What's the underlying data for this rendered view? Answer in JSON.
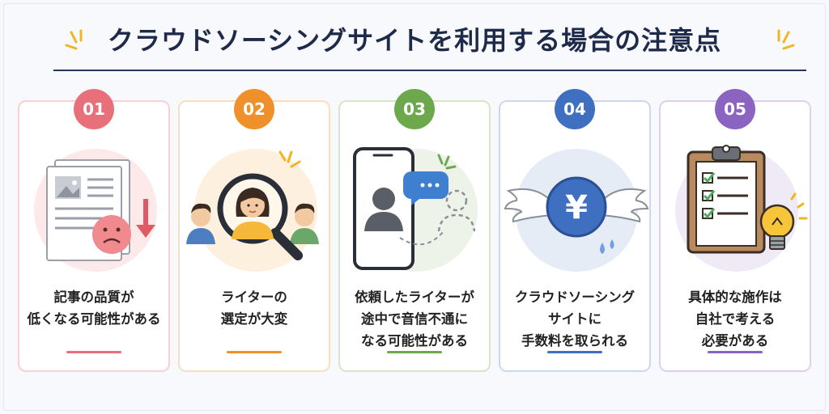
{
  "title": "クラウドソーシングサイトを利用する場合の注意点",
  "cards": [
    {
      "number": "01",
      "lines": [
        "記事の品質が",
        "低くなる可能性がある"
      ],
      "color": "#e8707a",
      "border": "#f6d2d4",
      "bg": "#fde9ea",
      "icon": "document-quality-down-icon"
    },
    {
      "number": "02",
      "lines": [
        "ライターの",
        "選定が大変"
      ],
      "color": "#f0902a",
      "border": "#f8dfbf",
      "bg": "#fdf0de",
      "icon": "magnifier-people-icon"
    },
    {
      "number": "03",
      "lines": [
        "依頼したライターが",
        "途中で音信不通に",
        "なる可能性がある"
      ],
      "color": "#6ea84c",
      "border": "#d5e7c8",
      "bg": "#eef3ea",
      "icon": "smartphone-disconnect-icon"
    },
    {
      "number": "04",
      "lines": [
        "クラウドソーシング",
        "サイトに",
        "手数料を取られる"
      ],
      "color": "#3f6fc0",
      "border": "#cbd9ef",
      "bg": "#e6ecf5",
      "icon": "flying-yen-coin-icon"
    },
    {
      "number": "05",
      "lines": [
        "具体的な施作は",
        "自社で考える",
        "必要がある"
      ],
      "color": "#8a64c0",
      "border": "#dcd0ee",
      "bg": "#efeaf6",
      "icon": "clipboard-lightbulb-icon"
    }
  ]
}
